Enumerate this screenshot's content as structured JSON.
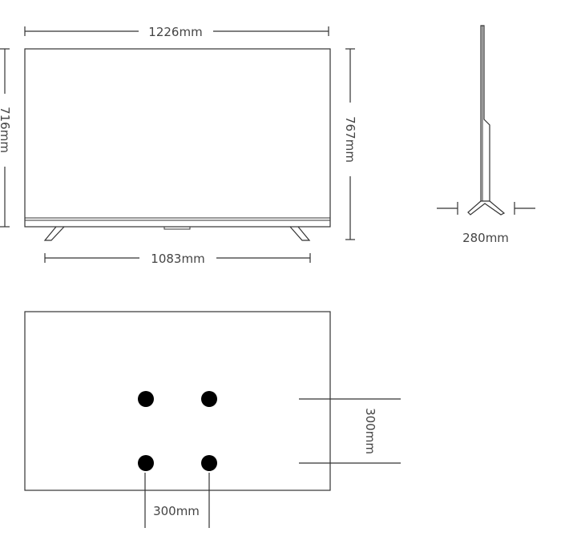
{
  "front_view": {
    "overall_width": "1226mm",
    "overall_height": "767mm",
    "screen_height": "716mm",
    "stand_spacing": "1083mm"
  },
  "side_view": {
    "stand_depth": "280mm"
  },
  "rear_view": {
    "vesa_vertical": "300mm",
    "vesa_horizontal": "300mm"
  },
  "colors": {
    "line": "#333333",
    "text": "#444444",
    "mount_hole": "#000000"
  }
}
